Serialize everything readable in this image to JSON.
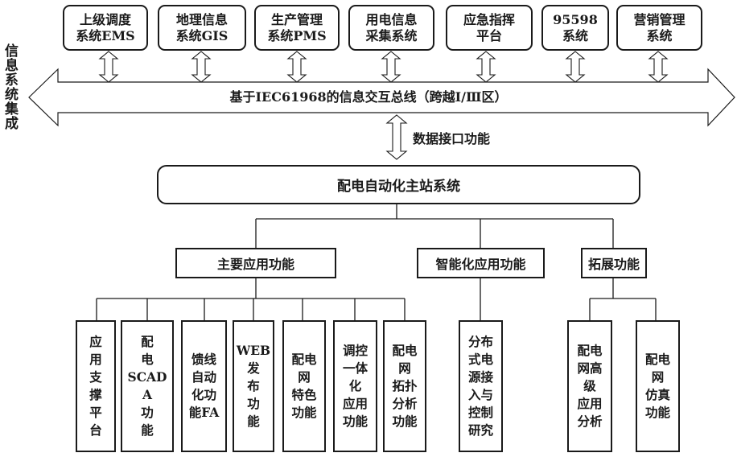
{
  "side_title": "信息系统集成",
  "bus": {
    "label": "基于IEC61968的信息交互总线（跨越Ⅰ/Ⅲ区）"
  },
  "interface_label": "数据接口功能",
  "main_system": "配电自动化主站系统",
  "external_systems": [
    {
      "id": "ems",
      "label": "上级调度\n系统EMS"
    },
    {
      "id": "gis",
      "label": "地理信息\n系统GIS"
    },
    {
      "id": "pms",
      "label": "生产管理\n系统PMS"
    },
    {
      "id": "collect",
      "label": "用电信息\n采集系统"
    },
    {
      "id": "emergency",
      "label": "应急指挥\n平台"
    },
    {
      "id": "95598",
      "label": "95598\n系统"
    },
    {
      "id": "marketing",
      "label": "营销管理\n系统"
    }
  ],
  "categories": [
    {
      "id": "main-app",
      "label": "主要应用功能"
    },
    {
      "id": "smart-app",
      "label": "智能化应用功能"
    },
    {
      "id": "extension",
      "label": "拓展功能"
    }
  ],
  "functions": [
    {
      "id": "f1",
      "category": "main-app",
      "label": "应\n用\n支\n撑\n平\n台"
    },
    {
      "id": "f2",
      "category": "main-app",
      "label": "配\n电\nSCADA\n功\n能"
    },
    {
      "id": "f3",
      "category": "main-app",
      "label": "馈线\n自动\n化功\n能FA"
    },
    {
      "id": "f4",
      "category": "main-app",
      "label": "WEB\n发\n布\n功\n能"
    },
    {
      "id": "f5",
      "category": "main-app",
      "label": "配电\n网\n特色\n功能"
    },
    {
      "id": "f6",
      "category": "main-app",
      "label": "调控\n一体\n化\n应用\n功能"
    },
    {
      "id": "f7",
      "category": "main-app",
      "label": "配电\n网\n拓扑\n分析\n功能"
    },
    {
      "id": "f8",
      "category": "smart-app",
      "label": "分布\n式电\n源接\n入与\n控制\n研究"
    },
    {
      "id": "f9",
      "category": "extension",
      "label": "配电\n网高\n级\n应用\n分析"
    },
    {
      "id": "f10",
      "category": "extension",
      "label": "配电\n网\n仿真\n功能"
    }
  ]
}
